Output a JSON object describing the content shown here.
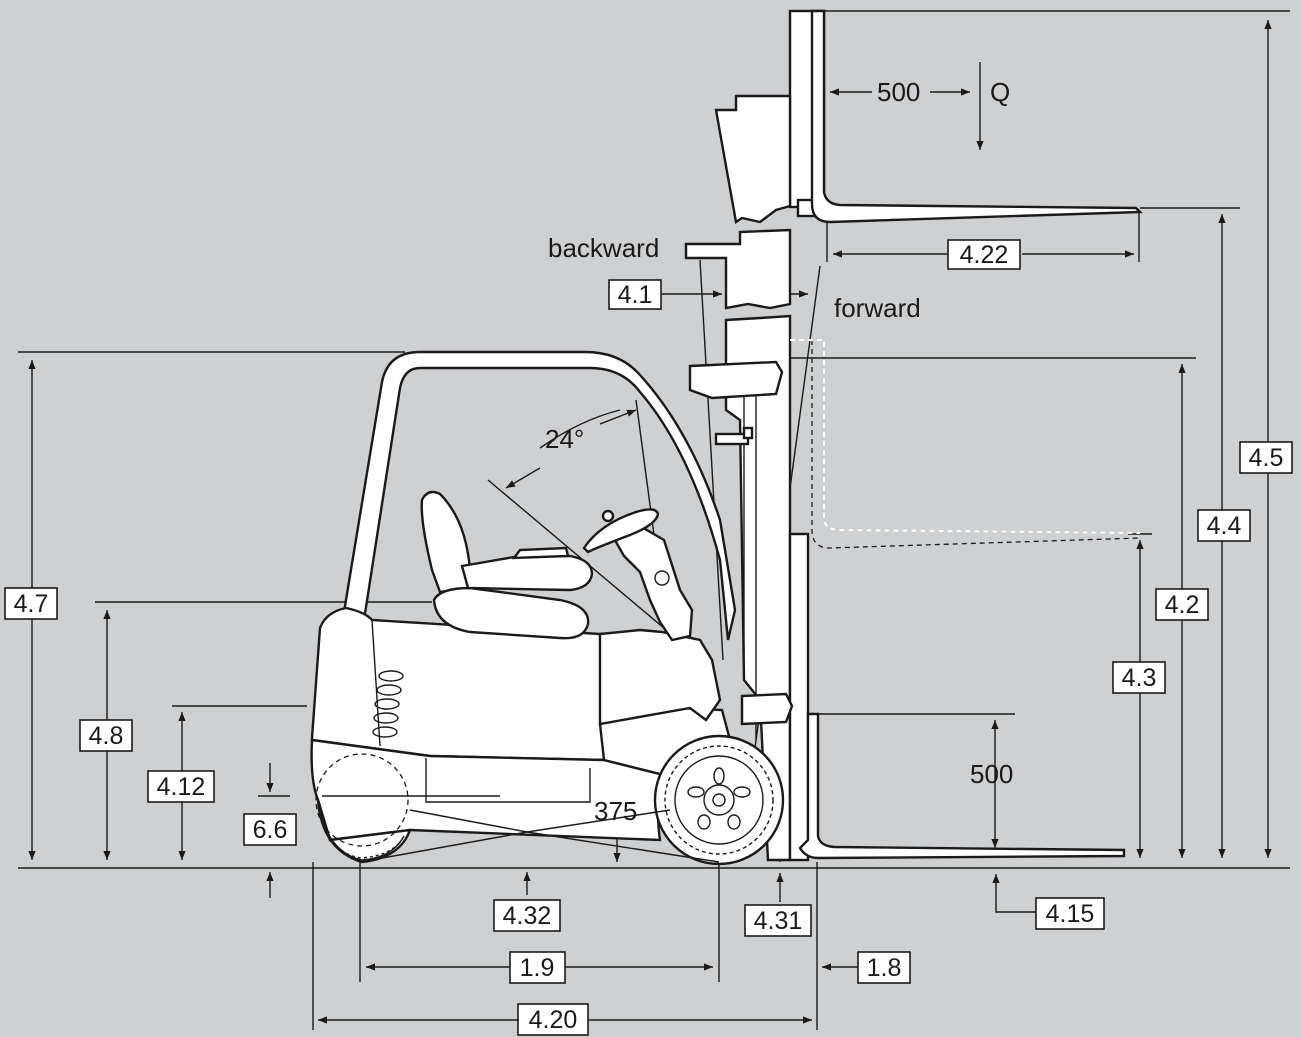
{
  "colors": {
    "background": "#cfd0d2",
    "ink": "#1a1a1a",
    "body": "#ffffff"
  },
  "labels": {
    "load_dist": "500",
    "load_symbol": "Q",
    "backward": "backward",
    "forward": "forward",
    "tilt_angle": "24°",
    "lift_500": "500",
    "clearance_375": "375"
  },
  "boxes": {
    "b4_1": "4.1",
    "b4_22": "4.22",
    "b4_5": "4.5",
    "b4_4": "4.4",
    "b4_2": "4.2",
    "b4_3": "4.3",
    "b4_7": "4.7",
    "b4_8": "4.8",
    "b4_12": "4.12",
    "b6_6": "6.6",
    "b4_32": "4.32",
    "b4_31": "4.31",
    "b4_15": "4.15",
    "b1_9": "1.9",
    "b1_8": "1.8",
    "b4_20": "4.20"
  }
}
